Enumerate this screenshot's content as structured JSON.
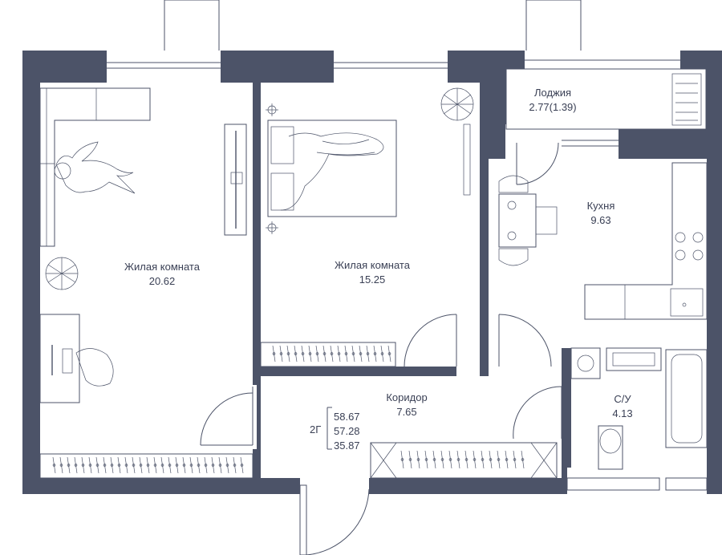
{
  "rooms": [
    {
      "name": "Жилая комната",
      "area": "20.62"
    },
    {
      "name": "Жилая комната",
      "area": "15.25"
    },
    {
      "name": "Лоджия",
      "area": "2.77(1.39)"
    },
    {
      "name": "Кухня",
      "area": "9.63"
    },
    {
      "name": "Коридор",
      "area": "7.65"
    },
    {
      "name": "С/У",
      "area": "4.13"
    }
  ],
  "summary": {
    "code": "2Г",
    "values": [
      "58.67",
      "57.28",
      "35.87"
    ]
  },
  "colors": {
    "wall": "#4c5368",
    "line": "#4c5368",
    "background": "#ffffff"
  }
}
